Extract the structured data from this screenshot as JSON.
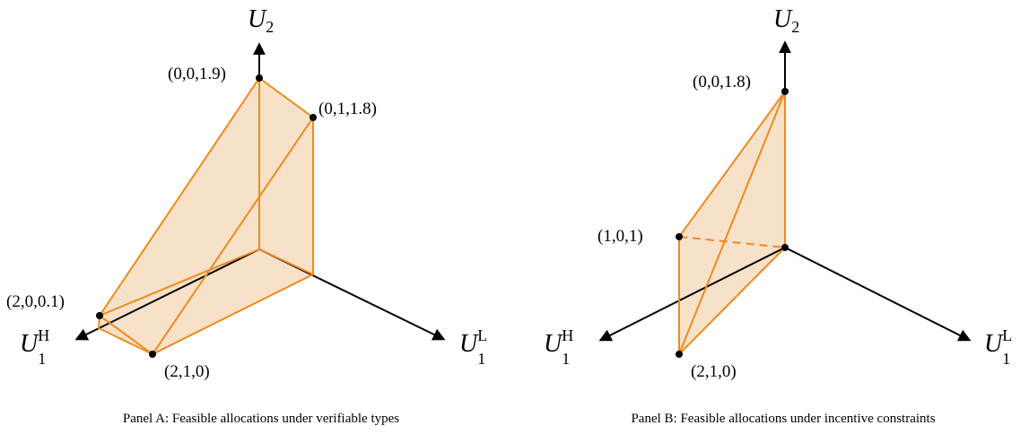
{
  "panels": [
    {
      "caption": "Panel A: Feasible allocations under verifiable types",
      "axes": {
        "u2": "U",
        "u2_sub": "2",
        "u1h": "U",
        "u1h_sup": "H",
        "u1h_sub": "1",
        "u1l": "U",
        "u1l_sup": "L",
        "u1l_sub": "1"
      },
      "points": [
        "(0,0,1.9)",
        "(0,1,1.8)",
        "(2,0,0.1)",
        "(2,1,0)"
      ]
    },
    {
      "caption": "Panel B: Feasible allocations under incentive constraints",
      "axes": {
        "u2": "U",
        "u2_sub": "2",
        "u1h": "U",
        "u1h_sup": "H",
        "u1h_sub": "1",
        "u1l": "U",
        "u1l_sup": "L",
        "u1l_sub": "1"
      },
      "points": [
        "(0,0,1.8)",
        "(1,0,1)",
        "(2,1,0)"
      ]
    }
  ],
  "colors": {
    "polygon_edge": "#ee8a1c",
    "polygon_fill": "#f6dcbf",
    "axis": "#000000"
  }
}
